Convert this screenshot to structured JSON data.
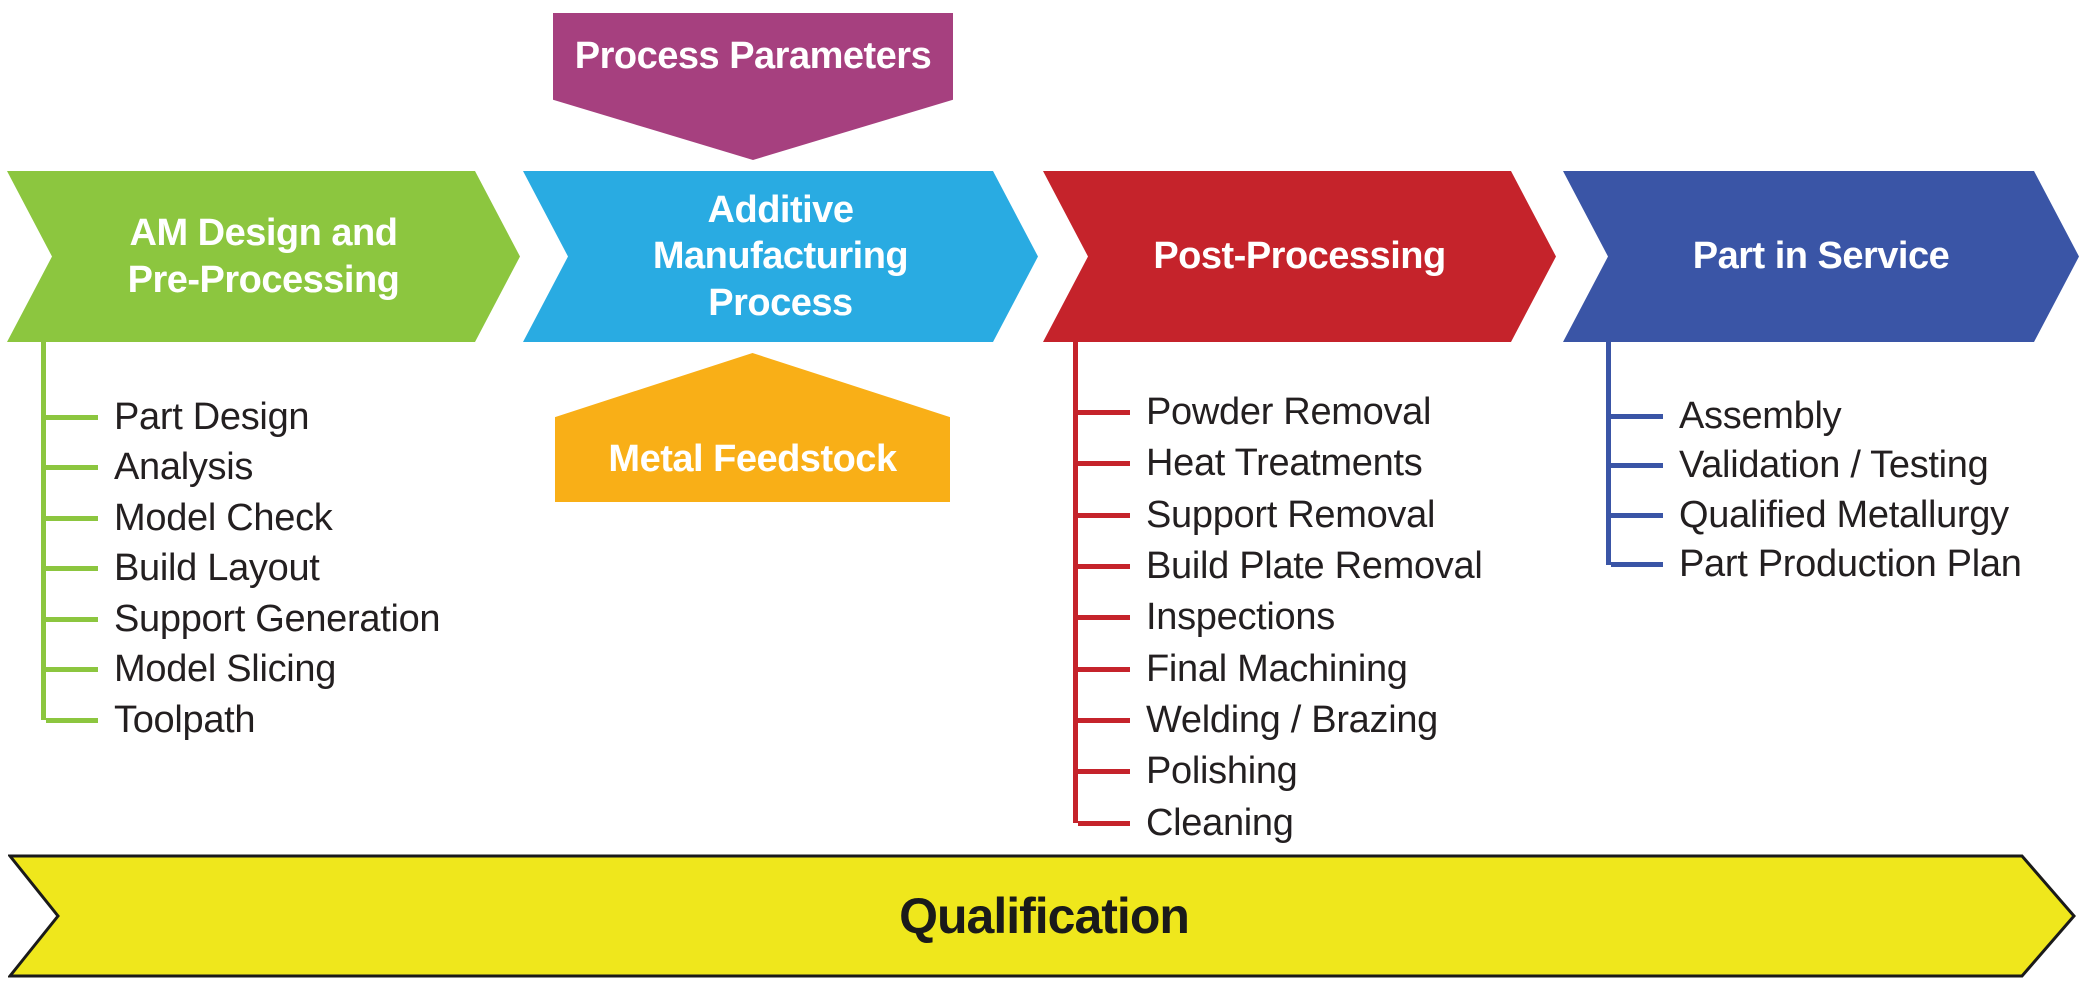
{
  "callouts": {
    "process_parameters": {
      "label": "Process Parameters",
      "color": "#A6407F"
    },
    "metal_feedstock": {
      "label": "Metal Feedstock",
      "color": "#F9AF17"
    }
  },
  "stages": [
    {
      "label": "AM Design and\nPre-Processing",
      "color": "#8CC63F",
      "items": [
        "Part Design",
        "Analysis",
        "Model Check",
        "Build Layout",
        "Support Generation",
        "Model Slicing",
        "Toolpath"
      ]
    },
    {
      "label": "Additive\nManufacturing\nProcess",
      "color": "#29ABE2",
      "items": []
    },
    {
      "label": "Post-Processing",
      "color": "#C5232B",
      "items": [
        "Powder Removal",
        "Heat Treatments",
        "Support Removal",
        "Build Plate Removal",
        "Inspections",
        "Final Machining",
        "Welding / Brazing",
        "Polishing",
        "Cleaning"
      ]
    },
    {
      "label": "Part in Service",
      "color": "#3A55A6",
      "items": [
        "Assembly",
        "Validation / Testing",
        "Qualified Metallurgy",
        "Part Production Plan"
      ]
    }
  ],
  "banner": {
    "label": "Qualification",
    "color": "#EFE71C",
    "outline_color": "#1A1A1A"
  }
}
